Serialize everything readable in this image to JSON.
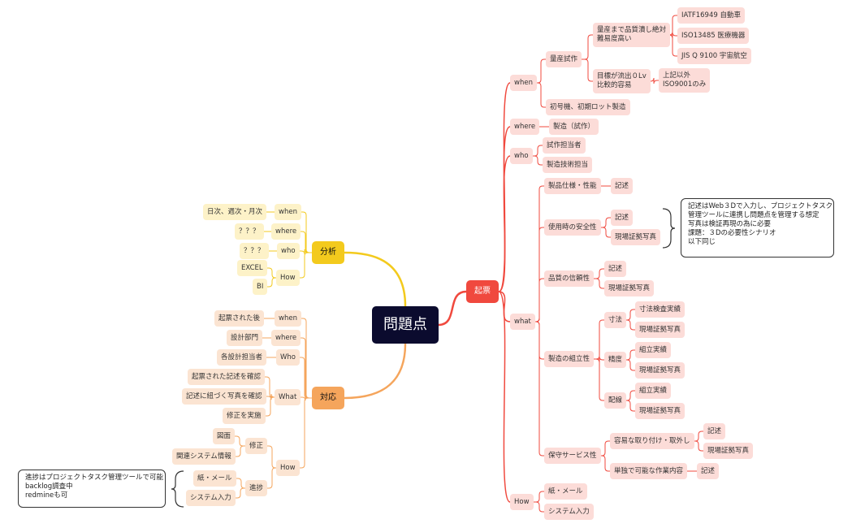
{
  "root": "問題点",
  "branches": {
    "kihyo": "起票",
    "bunseki": "分析",
    "taio": "対応"
  },
  "kihyo": {
    "when": "when",
    "ryosan": "量産試作",
    "ryosan_a1": "量産まで品質潰し絶対",
    "ryosan_a2": "難易度高い",
    "iatf": "IATF16949 自動車",
    "iso13485": "ISO13485 医療機器",
    "jisq": "JIS Q 9100 宇宙航空",
    "mokuhyo1": "目標が流出０Lv",
    "mokuhyo2": "比較的容易",
    "joki1": "上記以外",
    "joki2": "ISO9001のみ",
    "shogoki": "初号機、初期ロット製造",
    "where": "where",
    "seizo_shisaku": "製造（試作）",
    "who": "who",
    "shisaku_tanto": "試作担当者",
    "seizo_gijutsu": "製造技術担当",
    "what": "what",
    "seihin": "製品仕様・性能",
    "seihin_kijutsu": "記述",
    "shiyoji": "使用時の安全性",
    "shiyoji_kijutsu": "記述",
    "shiyoji_photo": "現場証拠写真",
    "hinshitsu": "品質の信頼性",
    "hinshitsu_kijutsu": "記述",
    "hinshitsu_photo": "現場証拠写真",
    "kumitate": "製造の組立性",
    "sunpo": "寸法",
    "sunpo_kensa": "寸法検査実績",
    "sunpo_photo": "現場証拠写真",
    "seido": "精度",
    "seido_jisseki": "組立実績",
    "seido_photo": "現場証拠写真",
    "haisen": "配線",
    "haisen_jisseki": "組立実績",
    "haisen_photo": "現場証拠写真",
    "hoshu": "保守サービス性",
    "yoi": "容易な取り付け・取外し",
    "yoi_kijutsu": "記述",
    "yoi_photo": "現場証拠写真",
    "tandoku": "単独で可能な作業内容",
    "tandoku_kijutsu": "記述",
    "how": "How",
    "kami": "紙・メール",
    "system": "システム入力",
    "note": [
      "記述はWeb３Dで入力し、プロジェクトタスク",
      "管理ツールに連携し問題点を管理する想定",
      "写真は検証再現の為に必要",
      "課題：３Dの必要性シナリオ",
      "以下同じ"
    ]
  },
  "bunseki": {
    "when": "when",
    "when_v": "日次、週次・月次",
    "where": "where",
    "where_v": "？？？",
    "who": "who",
    "who_v": "？？？",
    "how": "How",
    "excel": "EXCEL",
    "bi": "BI"
  },
  "taio": {
    "when": "when",
    "when_v": "起票された後",
    "where": "where",
    "where_v": "設計部門",
    "who": "Who",
    "who_v": "各設計担当者",
    "what": "What",
    "what_1": "起票された記述を確認",
    "what_2": "記述に紐づく写真を確認",
    "what_3": "修正を実施",
    "how": "How",
    "shusei": "修正",
    "zumen": "図面",
    "kanren": "関連システム情報",
    "shinchoku": "進捗",
    "kami": "紙・メール",
    "system": "システム入力",
    "note": [
      "進捗はプロジェクトタスク管理ツールで可能",
      "backlog調査中",
      "redmineも可"
    ]
  },
  "colors": {
    "red": "#f0493e",
    "yellow": "#f3ca1d",
    "orange": "#f5a55c",
    "root": "#0b0b2e"
  }
}
